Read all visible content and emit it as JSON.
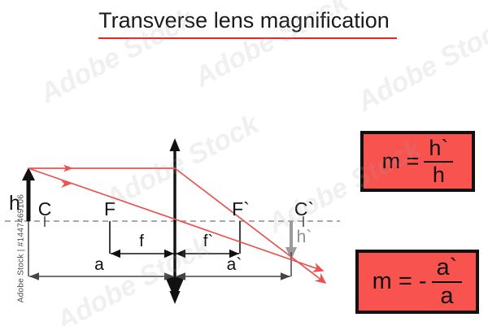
{
  "page": {
    "title": "Transverse lens magnification",
    "background_color": "#ffffff",
    "accent_red": "#e8232a",
    "ray_red": "#e8534f",
    "box_fill": "#f9534f",
    "box_border": "#111111",
    "image_arrow_gray": "#9b9b9b"
  },
  "watermark": {
    "credit": "Adobe Stock | #1447469106",
    "tiles": [
      "Adobe Stock",
      "Adobe Stock",
      "Adobe Stock",
      "Adobe Stock",
      "Adobe Stock",
      "Adobe Stock"
    ]
  },
  "diagram": {
    "object_height_label": "h",
    "image_height_label": "h`",
    "center_left_label": "C",
    "center_right_label": "C`",
    "focus_left_label": "F",
    "focus_right_label": "F`",
    "focal_left_label": "f",
    "focal_right_label": "f`",
    "object_distance_label": "a",
    "image_distance_label": "a`"
  },
  "formulas": [
    {
      "name": "magnification-height",
      "lead": "m =",
      "numerator": "h`",
      "denominator": "h",
      "sign": ""
    },
    {
      "name": "magnification-distance",
      "lead": "m = -",
      "numerator": "a`",
      "denominator": "a",
      "sign": "-"
    }
  ]
}
